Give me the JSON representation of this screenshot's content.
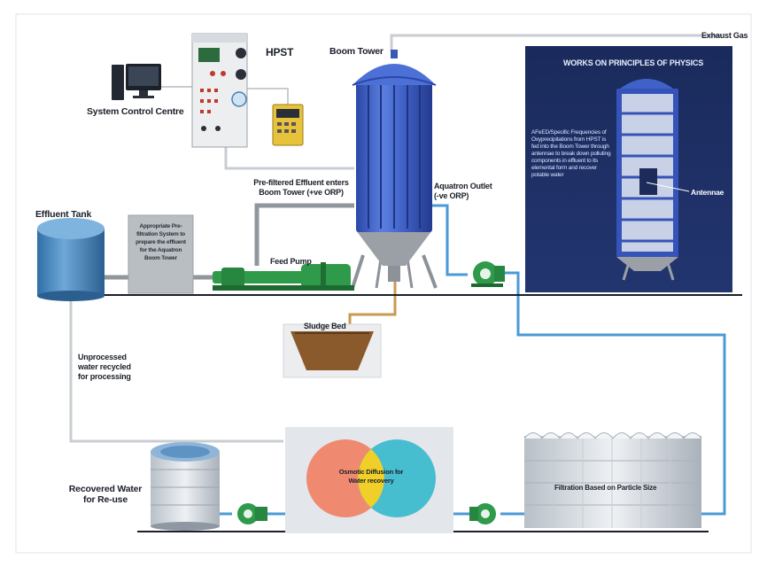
{
  "labels": {
    "exhaust_gas": "Exhaust Gas",
    "hpst": "HPST",
    "boom_tower": "Boom Tower",
    "system_control_centre": "System Control Centre",
    "effluent_tank": "Effluent Tank",
    "pre_filtration": "Appropriate Pre-filtration System to prepare the effluent for the Aquatron Boom Tower",
    "pre_filtered_effluent": "Pre-filtered Effluent enters Boom Tower (+ve ORP)",
    "aquatron_outlet": "Aquatron Outlet (-ve ORP)",
    "feed_pump": "Feed Pump",
    "sludge_bed": "Sludge Bed",
    "unprocessed_water": "Unprocessed water recycled for processing",
    "recovered_water": "Recovered Water for Re-use",
    "osmotic_diffusion": "Osmotic Diffusion for Water recovery",
    "filtration": "Filtration Based on Particle Size"
  },
  "panel": {
    "title": "WORKS ON PRINCIPLES OF PHYSICS",
    "text": "AFeED/Specific Frequencies of Oxyprecipitations from HPST is fed into the Boom Tower through antennae to break down polluting components in effluent to its elemental form and recover potable water",
    "antenna_label": "Antennae"
  },
  "colors": {
    "panel_bg": "#1c2d63",
    "tower_blue": "#3f62c8",
    "pipe_grey": "#8f969c",
    "pipe_blue": "#4a9ad6",
    "pump_green": "#2e9a4a",
    "venn_left": "#ef8a70",
    "venn_right": "#47bdd0",
    "venn_overlap": "#f0d028"
  }
}
